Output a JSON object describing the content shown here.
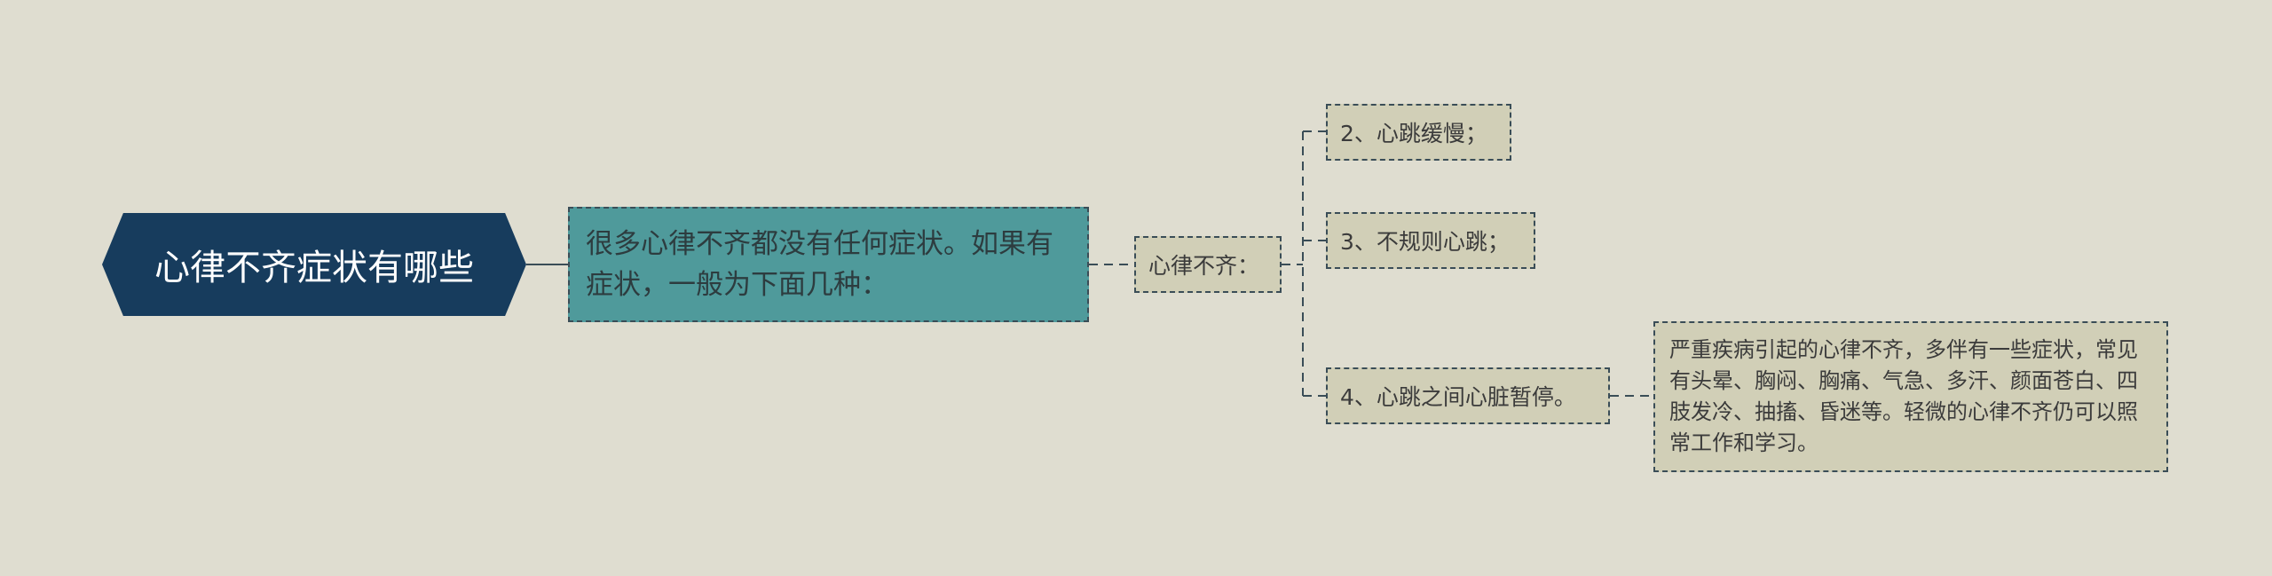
{
  "mindmap": {
    "root": {
      "label": "心律不齐症状有哪些"
    },
    "level1": {
      "label": "很多心律不齐都没有任何症状。如果有症状，一般为下面几种："
    },
    "category": {
      "label": "心律不齐："
    },
    "items": [
      {
        "label": "2、心跳缓慢；"
      },
      {
        "label": "3、不规则心跳；"
      },
      {
        "label": "4、心跳之间心脏暂停。"
      }
    ],
    "detail": {
      "label": "严重疾病引起的心律不齐，多伴有一些症状，常见有头晕、胸闷、胸痛、气急、多汗、颜面苍白、四肢发冷、抽搐、昏迷等。轻微的心律不齐仍可以照常工作和学习。"
    }
  },
  "colors": {
    "background": "#dfddd0",
    "root_fill": "#173c5d",
    "level1_fill": "#4f9a9b",
    "node_fill": "#d1cfb7",
    "border": "#3a4d57"
  }
}
